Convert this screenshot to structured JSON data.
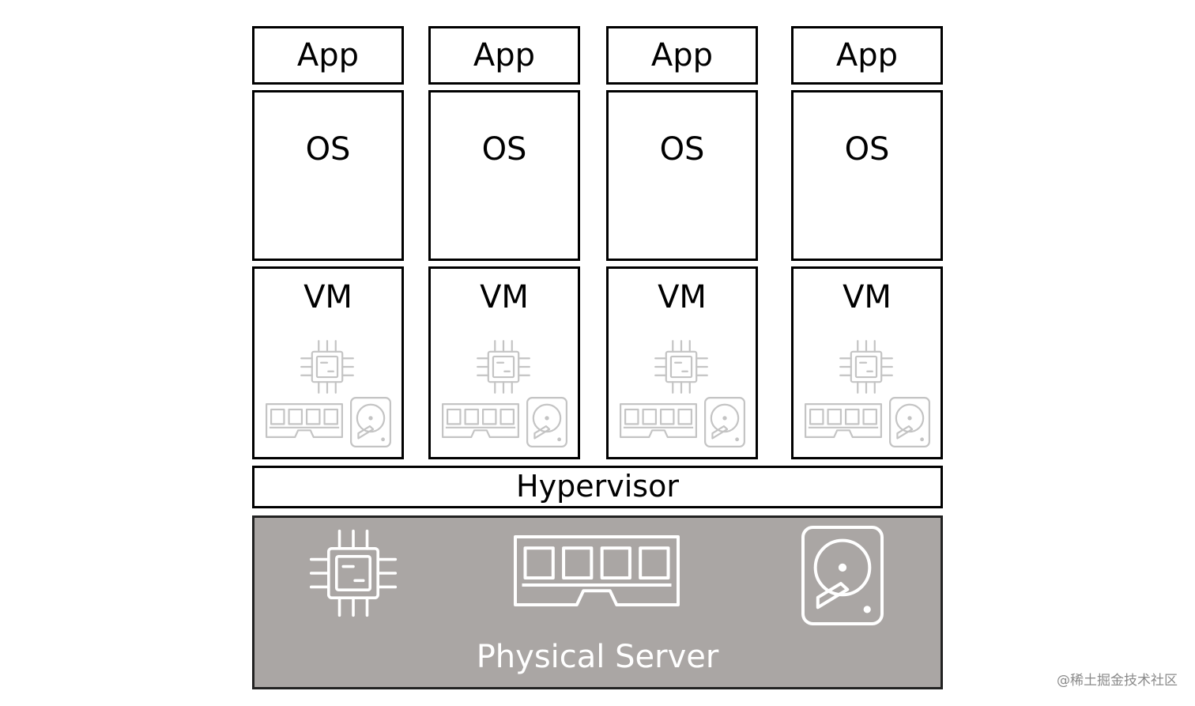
{
  "stack": {
    "columns": [
      {
        "app": "App",
        "os": "OS",
        "vm": "VM"
      },
      {
        "app": "App",
        "os": "OS",
        "vm": "VM"
      },
      {
        "app": "App",
        "os": "OS",
        "vm": "VM"
      },
      {
        "app": "App",
        "os": "OS",
        "vm": "VM"
      }
    ],
    "hypervisor": "Hypervisor",
    "physical_server": "Physical Server"
  },
  "icons": {
    "vm_resources": [
      "cpu-icon",
      "ram-icon",
      "hard-disk-icon"
    ],
    "server_resources": [
      "cpu-icon",
      "ram-icon",
      "hard-disk-icon"
    ]
  },
  "colors": {
    "server_fill": "#aaa6a4",
    "vm_icon": "#c4c4c4",
    "server_icon": "#ffffff"
  },
  "watermark": "@稀土掘金技术社区"
}
